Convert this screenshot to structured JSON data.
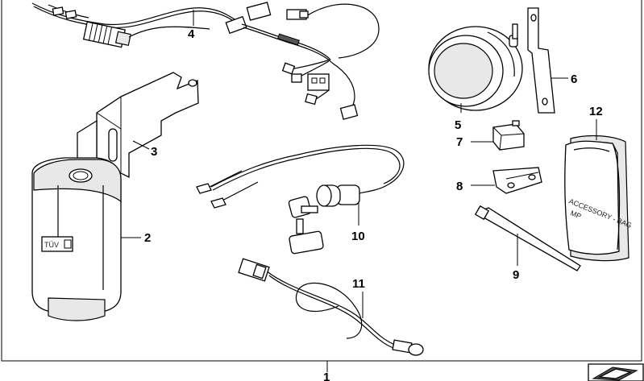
{
  "callouts": {
    "c1": "1",
    "c2": "2",
    "c3": "3",
    "c4": "4",
    "c5": "5",
    "c6": "6",
    "c7": "7",
    "c8": "8",
    "c9": "9",
    "c10": "10",
    "c11": "11",
    "c12": "12"
  },
  "stickers": {
    "tuv": "TÜV",
    "bag_line1": "ACCESSORY - BAG",
    "bag_line2": "MP"
  },
  "icons": {
    "corner": "bag-corner-icon"
  }
}
